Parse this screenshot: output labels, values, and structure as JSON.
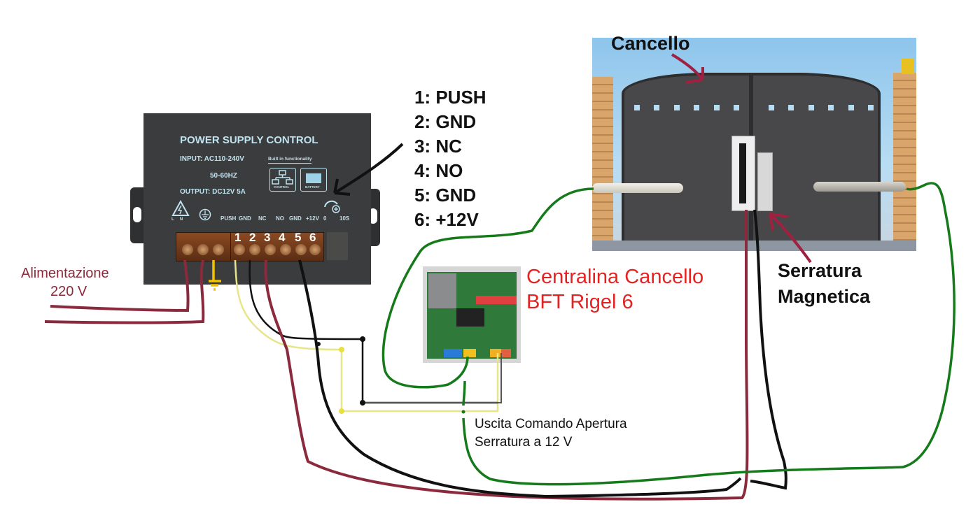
{
  "psu": {
    "title": "POWER SUPPLY CONTROL",
    "input_line": "INPUT:  AC110-240V",
    "freq_line": "50-60HZ",
    "output_line": "OUTPUT: DC12V 5A",
    "builtin_label": "Built in functionality",
    "icon_control_label": "CONTROL",
    "icon_battery_label": "BATTERY",
    "ln_label": "L     N",
    "terminal_labels": [
      "PUSH",
      "GND",
      "NC",
      "NO",
      "GND",
      "+12V"
    ],
    "timer_labels": [
      "0",
      "10S"
    ],
    "terminal_numbers": [
      "1",
      "2",
      "3",
      "4",
      "5",
      "6"
    ]
  },
  "pin_list": [
    "1: PUSH",
    "2: GND",
    "3: NC",
    "4: NO",
    "5: GND",
    "6: +12V"
  ],
  "labels": {
    "gate": "Cancello",
    "magnetic_lock": [
      "Serratura",
      "Magnetica"
    ],
    "control_unit": [
      "Centralina Cancello",
      "BFT Rigel 6"
    ],
    "lock_output": [
      "Uscita Comando Apertura",
      "Serratura a 12 V"
    ],
    "mains": [
      "Alimentazione",
      "220 V"
    ]
  },
  "colors": {
    "wire_red": "#8b2a3c",
    "wire_black": "#111111",
    "wire_green": "#157a1a",
    "wire_yellow": "#e6e58a",
    "wire_gray": "#555555",
    "earth_yellow": "#f2c200",
    "label_red": "#e52222"
  }
}
